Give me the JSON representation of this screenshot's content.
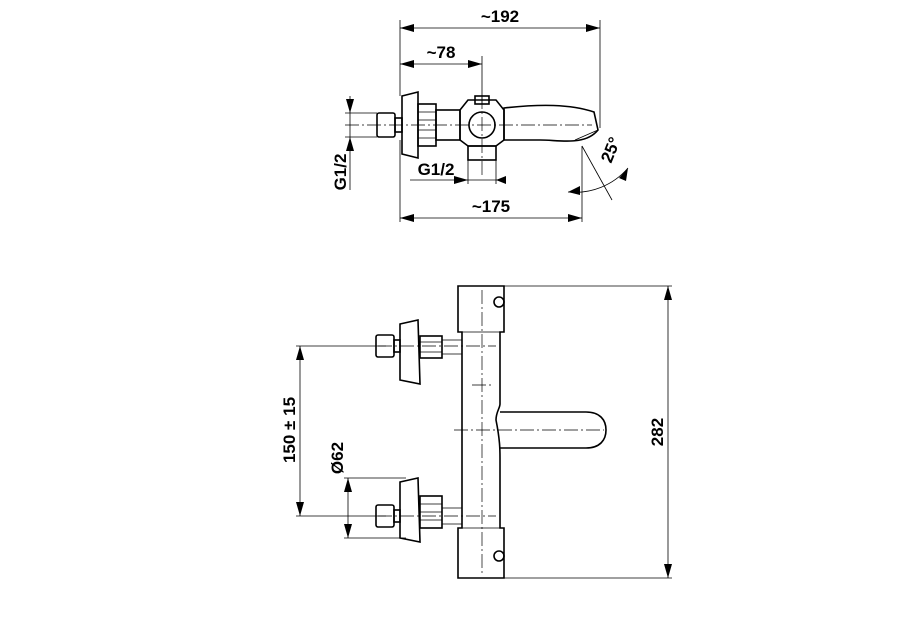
{
  "top_view": {
    "dim_overall_length": "~192",
    "dim_outlet_offset": "~78",
    "dim_projection": "~175",
    "dim_inlet_thread": "G1/2",
    "dim_outlet_thread": "G1/2",
    "dim_spout_angle": "25°"
  },
  "front_view": {
    "dim_inlet_spacing": "150 ± 15",
    "dim_handle_diameter": "Ø62",
    "dim_height": "282"
  }
}
